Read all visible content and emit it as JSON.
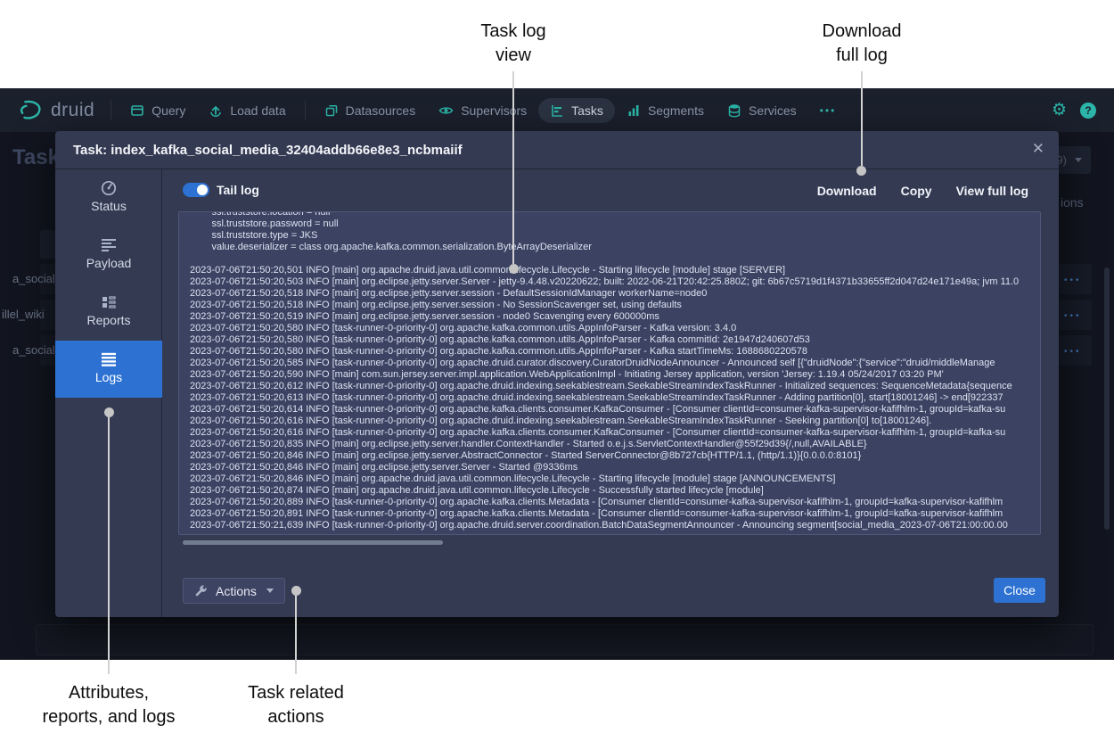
{
  "colors": {
    "accent_teal": "#2cb5a8",
    "primary_blue": "#2d72d2",
    "navbar_bg": "#1b202d",
    "page_bg": "#12151f",
    "modal_bg": "#343a52",
    "log_bg": "#3b4262",
    "annotation_line": "#d2d2d2"
  },
  "annotations": {
    "task_log_view": {
      "line1": "Task log",
      "line2": "view"
    },
    "download_full_log": {
      "line1": "Download",
      "line2": "full log"
    },
    "attributes_reports_logs": {
      "line1": "Attributes,",
      "line2": "reports, and logs"
    },
    "task_related_actions": {
      "line1": "Task related",
      "line2": "actions"
    }
  },
  "navbar": {
    "brand": "druid",
    "items": [
      {
        "label": "Query",
        "icon": "query-icon"
      },
      {
        "label": "Load data",
        "icon": "load-data-icon"
      },
      {
        "label": "Datasources",
        "icon": "datasources-icon"
      },
      {
        "label": "Supervisors",
        "icon": "supervisors-icon"
      },
      {
        "label": "Tasks",
        "icon": "tasks-icon",
        "active": true
      },
      {
        "label": "Segments",
        "icon": "segments-icon"
      },
      {
        "label": "Services",
        "icon": "services-icon"
      },
      {
        "label": "•••",
        "icon": "more-icon"
      }
    ],
    "right_icons": [
      "gear-icon",
      "help-icon"
    ]
  },
  "page": {
    "title": "Tasks",
    "count_button_visible_text": "9)",
    "actions_column_header_visible_text": "ions",
    "row_dots": "•••",
    "rows": [
      "a_social_",
      "illel_wiki",
      "a_social_"
    ]
  },
  "modal": {
    "title": "Task: index_kafka_social_media_32404addb66e8e3_ncbmaiif",
    "close_glyph": "✕",
    "sidebar": {
      "items": [
        {
          "label": "Status",
          "icon": "status-icon",
          "active": false
        },
        {
          "label": "Payload",
          "icon": "payload-icon",
          "active": false
        },
        {
          "label": "Reports",
          "icon": "reports-icon",
          "active": false
        },
        {
          "label": "Logs",
          "icon": "logs-icon",
          "active": true
        }
      ]
    },
    "toolbar": {
      "tail_log_label": "Tail log",
      "tail_log_enabled": true,
      "links": [
        "Download",
        "Copy",
        "View full log"
      ]
    },
    "log_lines": [
      "        ssl.truststore.location = null",
      "        ssl.truststore.password = null",
      "        ssl.truststore.type = JKS",
      "        value.deserializer = class org.apache.kafka.common.serialization.ByteArrayDeserializer",
      "",
      "2023-07-06T21:50:20,501 INFO [main] org.apache.druid.java.util.common.lifecycle.Lifecycle - Starting lifecycle [module] stage [SERVER]",
      "2023-07-06T21:50:20,503 INFO [main] org.eclipse.jetty.server.Server - jetty-9.4.48.v20220622; built: 2022-06-21T20:42:25.880Z; git: 6b67c5719d1f4371b33655ff2d047d24e171e49a; jvm 11.0",
      "2023-07-06T21:50:20,518 INFO [main] org.eclipse.jetty.server.session - DefaultSessionIdManager workerName=node0",
      "2023-07-06T21:50:20,518 INFO [main] org.eclipse.jetty.server.session - No SessionScavenger set, using defaults",
      "2023-07-06T21:50:20,519 INFO [main] org.eclipse.jetty.server.session - node0 Scavenging every 600000ms",
      "2023-07-06T21:50:20,580 INFO [task-runner-0-priority-0] org.apache.kafka.common.utils.AppInfoParser - Kafka version: 3.4.0",
      "2023-07-06T21:50:20,580 INFO [task-runner-0-priority-0] org.apache.kafka.common.utils.AppInfoParser - Kafka commitId: 2e1947d240607d53",
      "2023-07-06T21:50:20,580 INFO [task-runner-0-priority-0] org.apache.kafka.common.utils.AppInfoParser - Kafka startTimeMs: 1688680220578",
      "2023-07-06T21:50:20,585 INFO [task-runner-0-priority-0] org.apache.druid.curator.discovery.CuratorDruidNodeAnnouncer - Announced self [{\"druidNode\":{\"service\":\"druid/middleManage",
      "2023-07-06T21:50:20,590 INFO [main] com.sun.jersey.server.impl.application.WebApplicationImpl - Initiating Jersey application, version 'Jersey: 1.19.4 05/24/2017 03:20 PM'",
      "2023-07-06T21:50:20,612 INFO [task-runner-0-priority-0] org.apache.druid.indexing.seekablestream.SeekableStreamIndexTaskRunner - Initialized sequences: SequenceMetadata{sequence",
      "2023-07-06T21:50:20,613 INFO [task-runner-0-priority-0] org.apache.druid.indexing.seekablestream.SeekableStreamIndexTaskRunner - Adding partition[0], start[18001246] -> end[922337",
      "2023-07-06T21:50:20,614 INFO [task-runner-0-priority-0] org.apache.kafka.clients.consumer.KafkaConsumer - [Consumer clientId=consumer-kafka-supervisor-kafifhlm-1, groupId=kafka-su",
      "2023-07-06T21:50:20,616 INFO [task-runner-0-priority-0] org.apache.druid.indexing.seekablestream.SeekableStreamIndexTaskRunner - Seeking partition[0] to[18001246].",
      "2023-07-06T21:50:20,616 INFO [task-runner-0-priority-0] org.apache.kafka.clients.consumer.KafkaConsumer - [Consumer clientId=consumer-kafka-supervisor-kafifhlm-1, groupId=kafka-su",
      "2023-07-06T21:50:20,835 INFO [main] org.eclipse.jetty.server.handler.ContextHandler - Started o.e.j.s.ServletContextHandler@55f29d39{/,null,AVAILABLE}",
      "2023-07-06T21:50:20,846 INFO [main] org.eclipse.jetty.server.AbstractConnector - Started ServerConnector@8b727cb{HTTP/1.1, (http/1.1)}{0.0.0.0:8101}",
      "2023-07-06T21:50:20,846 INFO [main] org.eclipse.jetty.server.Server - Started @9336ms",
      "2023-07-06T21:50:20,846 INFO [main] org.apache.druid.java.util.common.lifecycle.Lifecycle - Starting lifecycle [module] stage [ANNOUNCEMENTS]",
      "2023-07-06T21:50:20,874 INFO [main] org.apache.druid.java.util.common.lifecycle.Lifecycle - Successfully started lifecycle [module]",
      "2023-07-06T21:50:20,889 INFO [task-runner-0-priority-0] org.apache.kafka.clients.Metadata - [Consumer clientId=consumer-kafka-supervisor-kafifhlm-1, groupId=kafka-supervisor-kafifhlm",
      "2023-07-06T21:50:20,891 INFO [task-runner-0-priority-0] org.apache.kafka.clients.Metadata - [Consumer clientId=consumer-kafka-supervisor-kafifhlm-1, groupId=kafka-supervisor-kafifhlm",
      "2023-07-06T21:50:21,639 INFO [task-runner-0-priority-0] org.apache.druid.server.coordination.BatchDataSegmentAnnouncer - Announcing segment[social_media_2023-07-06T21:00:00.00"
    ],
    "footer": {
      "actions_label": "Actions",
      "close_label": "Close"
    }
  }
}
